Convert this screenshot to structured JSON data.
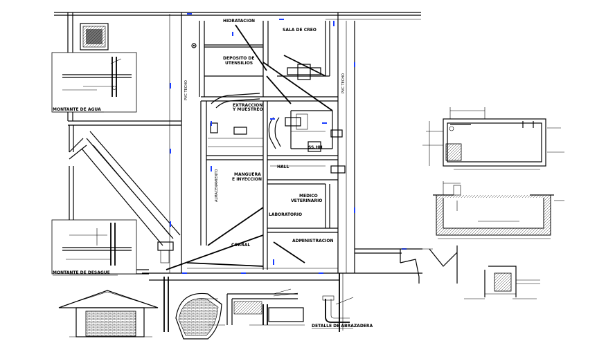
{
  "labels": {
    "room_hidratacion": "HIDRATACION",
    "room_sala_de_creo": "SALA DE CREO",
    "room_deposito": "DEPOSITO DE",
    "room_deposito2": "UTENSILIOS",
    "room_extraccion": "EXTRACCION",
    "room_extraccion2": "Y MUESTREO",
    "room_ss_hh": "SS.HH",
    "room_manguera": "MANGUERA",
    "room_manguera2": "E INYECCION",
    "room_hall": "HALL",
    "room_medico": "MEDICO",
    "room_medico2": "VETERINARIO",
    "room_laboratorio": "LABORATORIO",
    "room_administracion": "ADMINISTRACION",
    "room_corral": "CORRAL",
    "room_almacenamiento": "ALMACENAMIENTO",
    "tag_pvc_techo": "PVC TECHO",
    "montante_agua": "MONTANTE DE AGUA",
    "montante_desague": "MONTANTE DE DESAGUE",
    "detalle_abrazadera": "DETALLE DE ABRAZADERA"
  },
  "colors": {
    "ink": "#000000",
    "pipe_blue": "#1a3cff",
    "background": "#ffffff"
  }
}
